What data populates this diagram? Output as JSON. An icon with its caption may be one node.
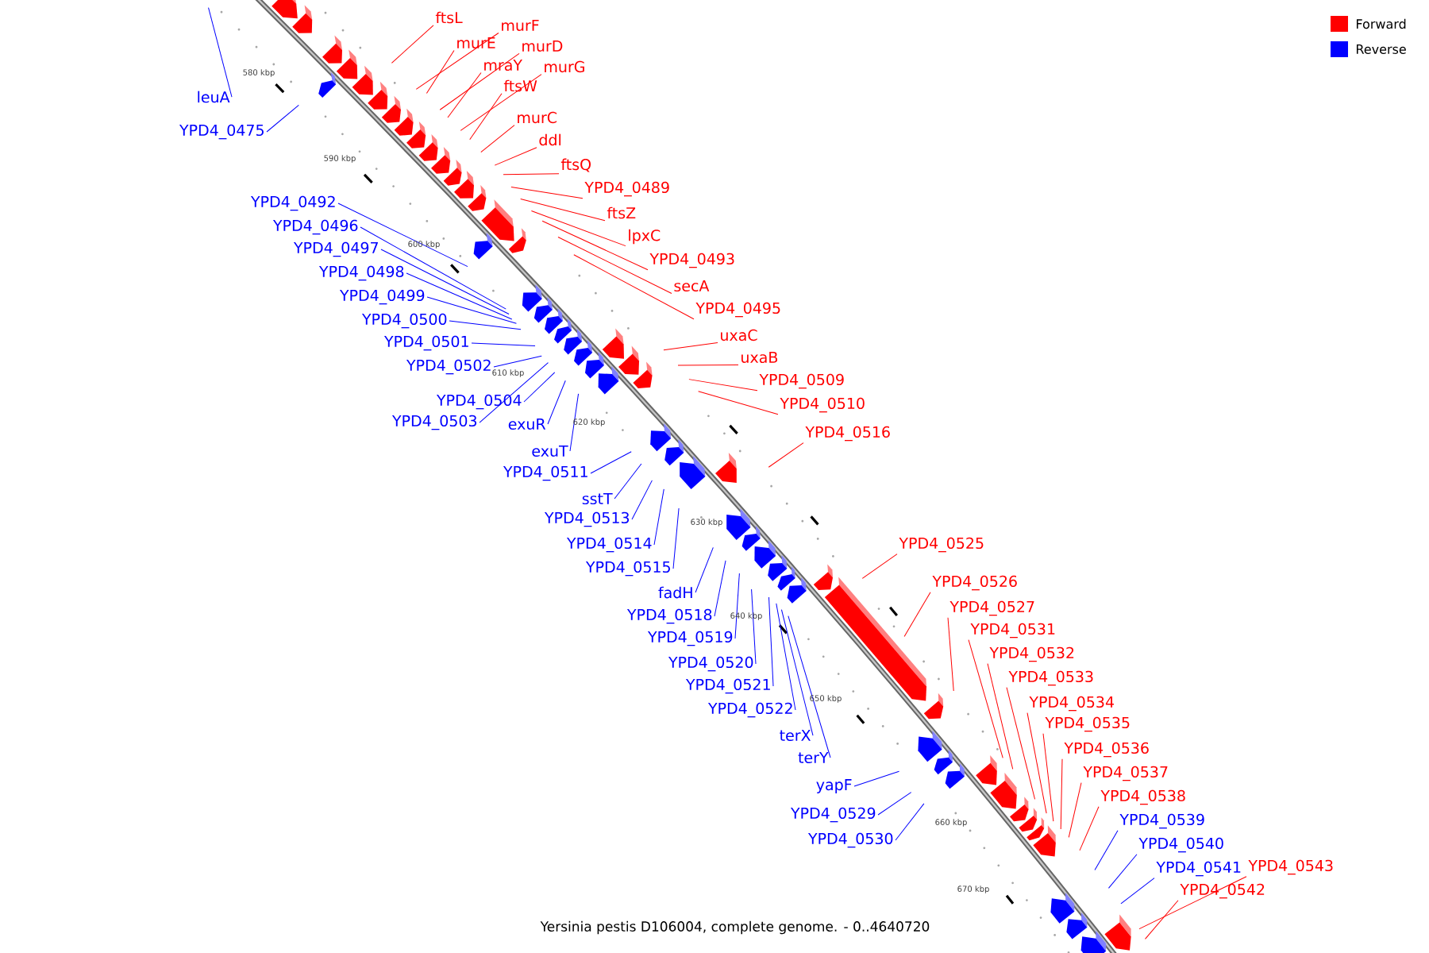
{
  "diagram": {
    "caption": "Yersinia pestis D106004, complete genome. - 0..4640720",
    "nodes": [
      {
        "text": [
          "leuA"
        ]
      },
      {
        "text": [
          "YPD4_0475"
        ]
      },
      {
        "text": [
          "ftsL"
        ]
      },
      {
        "text": [
          "murF"
        ]
      },
      {
        "text": [
          "murE"
        ]
      },
      {
        "text": [
          "murD"
        ]
      },
      {
        "text": [
          "mraY"
        ]
      },
      {
        "text": [
          "murG"
        ]
      },
      {
        "text": [
          "ftsW"
        ]
      },
      {
        "text": [
          "murC"
        ]
      },
      {
        "text": [
          "ddl"
        ]
      },
      {
        "text": [
          "ftsQ"
        ]
      },
      {
        "text": [
          "YPD4_0489"
        ]
      },
      {
        "text": [
          "ftsZ"
        ]
      },
      {
        "text": [
          "lpxC"
        ]
      },
      {
        "text": [
          "YPD4_0492"
        ]
      },
      {
        "text": [
          "YPD4_0493"
        ]
      },
      {
        "text": [
          "YPD4_0496"
        ]
      },
      {
        "text": [
          "YPD4_0497"
        ]
      },
      {
        "text": [
          "secA"
        ]
      },
      {
        "text": [
          "YPD4_0498"
        ]
      },
      {
        "text": [
          "YPD4_0499"
        ]
      },
      {
        "text": [
          "YPD4_0495"
        ]
      },
      {
        "text": [
          "YPD4_0500"
        ]
      },
      {
        "text": [
          "uxaC"
        ]
      },
      {
        "text": [
          "YPD4_0501"
        ]
      },
      {
        "text": [
          "uxaB"
        ]
      },
      {
        "text": [
          "YPD4_0502"
        ]
      },
      {
        "text": [
          "YPD4_0509"
        ]
      },
      {
        "text": [
          "YPD4_0504"
        ]
      },
      {
        "text": [
          "YPD4_0510"
        ]
      },
      {
        "text": [
          "YPD4_0503"
        ]
      },
      {
        "text": [
          "exuR"
        ]
      },
      {
        "text": [
          "YPD4_0516"
        ]
      },
      {
        "text": [
          "exuT"
        ]
      },
      {
        "text": [
          "YPD4_0511"
        ]
      },
      {
        "text": [
          "sstT"
        ]
      },
      {
        "text": [
          "YPD4_0513"
        ]
      },
      {
        "text": [
          "YPD4_0525"
        ]
      },
      {
        "text": [
          "YPD4_0514"
        ]
      },
      {
        "text": [
          "YPD4_0515"
        ]
      },
      {
        "text": [
          "YPD4_0526"
        ]
      },
      {
        "text": [
          "fadH"
        ]
      },
      {
        "text": [
          "YPD4_0527"
        ]
      },
      {
        "text": [
          "YPD4_0518"
        ]
      },
      {
        "text": [
          "YPD4_0531"
        ]
      },
      {
        "text": [
          "YPD4_0519"
        ]
      },
      {
        "text": [
          "YPD4_0532"
        ]
      },
      {
        "text": [
          "YPD4_0520"
        ]
      },
      {
        "text": [
          "YPD4_0533"
        ]
      },
      {
        "text": [
          "YPD4_0521"
        ]
      },
      {
        "text": [
          "YPD4_0534"
        ]
      },
      {
        "text": [
          "YPD4_0522"
        ]
      },
      {
        "text": [
          "YPD4_0535"
        ]
      },
      {
        "text": [
          "terX"
        ]
      },
      {
        "text": [
          "YPD4_0536"
        ]
      },
      {
        "text": [
          "terY"
        ]
      },
      {
        "text": [
          "YPD4_0537"
        ]
      },
      {
        "text": [
          "yapF"
        ]
      },
      {
        "text": [
          "YPD4_0538"
        ]
      },
      {
        "text": [
          "YPD4_0529"
        ]
      },
      {
        "text": [
          "YPD4_0539"
        ]
      },
      {
        "text": [
          "YPD4_0530"
        ]
      },
      {
        "text": [
          "YPD4_0540"
        ]
      },
      {
        "text": [
          "YPD4_0543"
        ]
      },
      {
        "text": [
          "YPD4_0541"
        ]
      },
      {
        "text": [
          "YPD4_0542"
        ]
      }
    ],
    "edges": [
      {
        "from": 0,
        "to": null,
        "arrow": "none",
        "color": "#0000ff"
      },
      {
        "from": 1,
        "to": null,
        "arrow": "none",
        "color": "#0000ff"
      },
      {
        "from": 2,
        "to": null,
        "arrow": "none",
        "color": "#ff0000"
      },
      {
        "from": 3,
        "to": null,
        "arrow": "none",
        "color": "#ff0000"
      },
      {
        "from": 4,
        "to": null,
        "arrow": "none",
        "color": "#ff0000"
      },
      {
        "from": 5,
        "to": null,
        "arrow": "none",
        "color": "#ff0000"
      },
      {
        "from": 6,
        "to": null,
        "arrow": "none",
        "color": "#ff0000"
      },
      {
        "from": 7,
        "to": null,
        "arrow": "none",
        "color": "#ff0000"
      },
      {
        "from": 8,
        "to": null,
        "arrow": "none",
        "color": "#ff0000"
      },
      {
        "from": 9,
        "to": null,
        "arrow": "none",
        "color": "#ff0000"
      },
      {
        "from": 10,
        "to": null,
        "arrow": "none",
        "color": "#ff0000"
      },
      {
        "from": 11,
        "to": null,
        "arrow": "none",
        "color": "#ff0000"
      },
      {
        "from": 12,
        "to": null,
        "arrow": "none",
        "color": "#ff0000"
      },
      {
        "from": 13,
        "to": null,
        "arrow": "none",
        "color": "#ff0000"
      },
      {
        "from": 14,
        "to": null,
        "arrow": "none",
        "color": "#ff0000"
      },
      {
        "from": 15,
        "to": null,
        "arrow": "none",
        "color": "#0000ff"
      },
      {
        "from": 16,
        "to": null,
        "arrow": "none",
        "color": "#ff0000"
      },
      {
        "from": 17,
        "to": null,
        "arrow": "none",
        "color": "#0000ff"
      },
      {
        "from": 18,
        "to": null,
        "arrow": "none",
        "color": "#0000ff"
      },
      {
        "from": 19,
        "to": null,
        "arrow": "none",
        "color": "#ff0000"
      },
      {
        "from": 20,
        "to": null,
        "arrow": "none",
        "color": "#0000ff"
      },
      {
        "from": 21,
        "to": null,
        "arrow": "none",
        "color": "#0000ff"
      },
      {
        "from": 22,
        "to": null,
        "arrow": "none",
        "color": "#ff0000"
      },
      {
        "from": 23,
        "to": null,
        "arrow": "none",
        "color": "#0000ff"
      },
      {
        "from": 24,
        "to": null,
        "arrow": "none",
        "color": "#ff0000"
      },
      {
        "from": 25,
        "to": null,
        "arrow": "none",
        "color": "#0000ff"
      },
      {
        "from": 26,
        "to": null,
        "arrow": "none",
        "color": "#ff0000"
      },
      {
        "from": 27,
        "to": null,
        "arrow": "none",
        "color": "#0000ff"
      },
      {
        "from": 28,
        "to": null,
        "arrow": "none",
        "color": "#ff0000"
      },
      {
        "from": 29,
        "to": null,
        "arrow": "none",
        "color": "#0000ff"
      },
      {
        "from": 30,
        "to": null,
        "arrow": "none",
        "color": "#ff0000"
      },
      {
        "from": 31,
        "to": null,
        "arrow": "none",
        "color": "#0000ff"
      },
      {
        "from": 32,
        "to": null,
        "arrow": "none",
        "color": "#0000ff"
      },
      {
        "from": 33,
        "to": null,
        "arrow": "none",
        "color": "#ff0000"
      },
      {
        "from": 34,
        "to": null,
        "arrow": "none",
        "color": "#0000ff"
      },
      {
        "from": 35,
        "to": null,
        "arrow": "none",
        "color": "#0000ff"
      },
      {
        "from": 36,
        "to": null,
        "arrow": "none",
        "color": "#0000ff"
      },
      {
        "from": 37,
        "to": null,
        "arrow": "none",
        "color": "#0000ff"
      },
      {
        "from": 38,
        "to": null,
        "arrow": "none",
        "color": "#ff0000"
      },
      {
        "from": 39,
        "to": null,
        "arrow": "none",
        "color": "#0000ff"
      },
      {
        "from": 40,
        "to": null,
        "arrow": "none",
        "color": "#0000ff"
      },
      {
        "from": 41,
        "to": null,
        "arrow": "none",
        "color": "#ff0000"
      },
      {
        "from": 42,
        "to": null,
        "arrow": "none",
        "color": "#0000ff"
      },
      {
        "from": 43,
        "to": null,
        "arrow": "none",
        "color": "#ff0000"
      },
      {
        "from": 44,
        "to": null,
        "arrow": "none",
        "color": "#0000ff"
      },
      {
        "from": 45,
        "to": null,
        "arrow": "none",
        "color": "#ff0000"
      },
      {
        "from": 46,
        "to": null,
        "arrow": "none",
        "color": "#0000ff"
      },
      {
        "from": 47,
        "to": null,
        "arrow": "none",
        "color": "#ff0000"
      },
      {
        "from": 48,
        "to": null,
        "arrow": "none",
        "color": "#0000ff"
      },
      {
        "from": 49,
        "to": null,
        "arrow": "none",
        "color": "#ff0000"
      },
      {
        "from": 50,
        "to": null,
        "arrow": "none",
        "color": "#0000ff"
      },
      {
        "from": 51,
        "to": null,
        "arrow": "none",
        "color": "#ff0000"
      },
      {
        "from": 52,
        "to": null,
        "arrow": "none",
        "color": "#0000ff"
      },
      {
        "from": 53,
        "to": null,
        "arrow": "none",
        "color": "#ff0000"
      },
      {
        "from": 54,
        "to": null,
        "arrow": "none",
        "color": "#0000ff"
      },
      {
        "from": 55,
        "to": null,
        "arrow": "none",
        "color": "#ff0000"
      },
      {
        "from": 56,
        "to": null,
        "arrow": "none",
        "color": "#0000ff"
      },
      {
        "from": 57,
        "to": null,
        "arrow": "none",
        "color": "#ff0000"
      },
      {
        "from": 58,
        "to": null,
        "arrow": "none",
        "color": "#0000ff"
      },
      {
        "from": 59,
        "to": null,
        "arrow": "none",
        "color": "#ff0000"
      },
      {
        "from": 60,
        "to": null,
        "arrow": "none",
        "color": "#0000ff"
      },
      {
        "from": 61,
        "to": null,
        "arrow": "none",
        "color": "#0000ff"
      },
      {
        "from": 62,
        "to": null,
        "arrow": "none",
        "color": "#0000ff"
      },
      {
        "from": 63,
        "to": null,
        "arrow": "none",
        "color": "#0000ff"
      },
      {
        "from": 64,
        "to": null,
        "arrow": "none",
        "color": "#ff0000"
      },
      {
        "from": 65,
        "to": null,
        "arrow": "none",
        "color": "#0000ff"
      },
      {
        "from": 66,
        "to": null,
        "arrow": "none",
        "color": "#ff0000"
      }
    ],
    "labels": [
      "580 kbp",
      "590 kbp",
      "600 kbp",
      "610 kbp",
      "620 kbp",
      "630 kbp",
      "640 kbp",
      "650 kbp",
      "660 kbp",
      "670 kbp"
    ],
    "legend": [
      {
        "text": "Forward",
        "color": "#ff0000"
      },
      {
        "text": "Reverse",
        "color": "#0000ff"
      }
    ]
  }
}
